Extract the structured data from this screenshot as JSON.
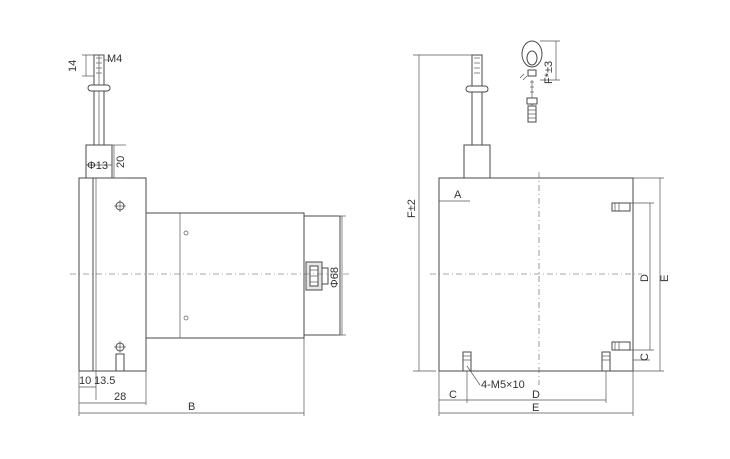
{
  "labels": {
    "m4": "M4",
    "len_14": "14",
    "len_20": "20",
    "dia_13": "Φ13",
    "dia_68": "Φ68",
    "len_10": "10",
    "len_13_5": "13.5",
    "len_28": "28",
    "len_b": "B",
    "left_a": "A",
    "f_tol": "F±2",
    "f_star": "F*±3",
    "thread_spec": "4-M5×10",
    "dim_c_bottom": "C",
    "dim_d_bottom": "D",
    "dim_e_bottom": "E",
    "dim_d_right": "D",
    "dim_e_right": "E",
    "dim_c_right": "C"
  },
  "colors": {
    "line": "#4a4a4a",
    "background": "#ffffff",
    "shade": "#e6e6e6"
  }
}
